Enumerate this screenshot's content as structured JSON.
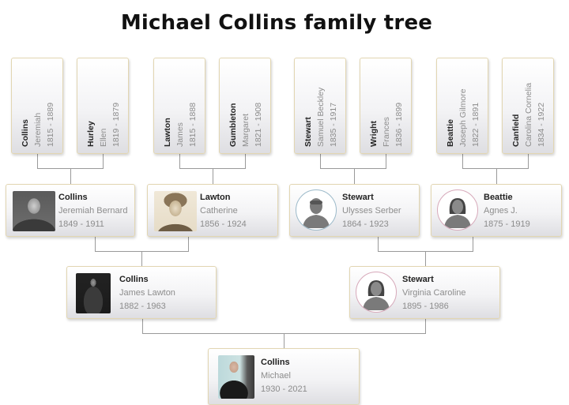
{
  "title": "Michael Collins family tree",
  "great_grandparents": [
    {
      "surname": "Collins",
      "given": "Jeremiah",
      "years": "1815 - 1889"
    },
    {
      "surname": "Hurley",
      "given": "Ellen",
      "years": "1819 - 1879"
    },
    {
      "surname": "Lawton",
      "given": "James",
      "years": "1815 - 1888"
    },
    {
      "surname": "Gumbleton",
      "given": "Margaret",
      "years": "1821 - 1908"
    },
    {
      "surname": "Stewart",
      "given": "Samuel Beckley",
      "years": "1835 - 1917"
    },
    {
      "surname": "Wright",
      "given": "Frances",
      "years": "1836 - 1899"
    },
    {
      "surname": "Beattie",
      "given": "Joseph Gilmore",
      "years": "1822 - 1891"
    },
    {
      "surname": "Canfield",
      "given": "Carolina Cornelia",
      "years": "1834 - 1922"
    }
  ],
  "grandparents": [
    {
      "surname": "Collins",
      "given": "Jeremiah Bernard",
      "years": "1849 - 1911",
      "image": "photo-man-bw"
    },
    {
      "surname": "Lawton",
      "given": "Catherine",
      "years": "1856 - 1924",
      "image": "photo-woman-sepia"
    },
    {
      "surname": "Stewart",
      "given": "Ulysses Serber",
      "years": "1864 - 1923",
      "image": "avatar-male"
    },
    {
      "surname": "Beattie",
      "given": "Agnes J.",
      "years": "1875 - 1919",
      "image": "avatar-female"
    }
  ],
  "parents": [
    {
      "surname": "Collins",
      "given": "James Lawton",
      "years": "1882 - 1963",
      "image": "photo-man-dark"
    },
    {
      "surname": "Stewart",
      "given": "Virginia Caroline",
      "years": "1895 - 1986",
      "image": "avatar-female"
    }
  ],
  "subject": {
    "surname": "Collins",
    "given": "Michael",
    "years": "1930 - 2021",
    "image": "photo-man-color"
  },
  "colors": {
    "box_border": "#e2d6b2",
    "connector": "#9a9a9a",
    "male_avatar_ring": "#9bb9c9",
    "female_avatar_ring": "#d7a9ba"
  }
}
